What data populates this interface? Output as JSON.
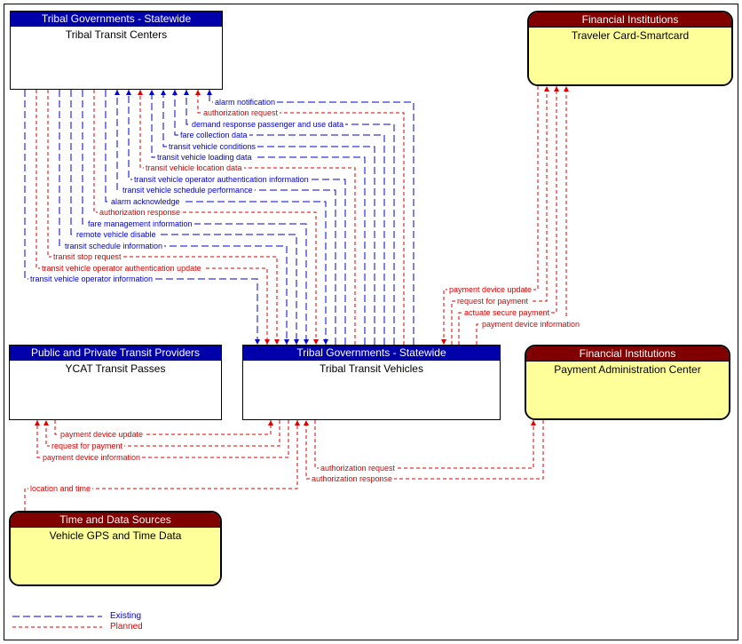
{
  "colors": {
    "existing": "#0000CD",
    "planned": "#DC0000",
    "subsystem_header_bg": "#0000AA",
    "terminator_header_bg": "#800000",
    "terminator_body_bg": "#FFFF99"
  },
  "boxes": {
    "transit_centers": {
      "header": "Tribal Governments - Statewide",
      "title": "Tribal Transit Centers"
    },
    "traveler_card": {
      "header": "Financial Institutions",
      "title": "Traveler Card-Smartcard"
    },
    "transit_providers": {
      "header": "Public and Private Transit Providers",
      "title": "YCAT Transit Passes"
    },
    "transit_vehicles": {
      "header": "Tribal Governments - Statewide",
      "title": "Tribal Transit Vehicles"
    },
    "payment_admin": {
      "header": "Financial Institutions",
      "title": "Payment Administration Center"
    },
    "time_data": {
      "header": "Time and Data Sources",
      "title": "Vehicle GPS and Time Data"
    }
  },
  "flows": {
    "center_vehicle": [
      {
        "label": "alarm notification",
        "status": "existing"
      },
      {
        "label": "authorization request",
        "status": "planned"
      },
      {
        "label": "demand response passenger and use data",
        "status": "existing"
      },
      {
        "label": "fare collection data",
        "status": "existing"
      },
      {
        "label": "transit vehicle conditions",
        "status": "existing"
      },
      {
        "label": "transit vehicle loading data",
        "status": "existing"
      },
      {
        "label": "transit vehicle location data",
        "status": "planned"
      },
      {
        "label": "transit vehicle operator authentication information",
        "status": "existing"
      },
      {
        "label": "transit vehicle schedule performance",
        "status": "existing"
      },
      {
        "label": "alarm acknowledge",
        "status": "existing"
      },
      {
        "label": "authorization response",
        "status": "planned"
      },
      {
        "label": "fare management information",
        "status": "existing"
      },
      {
        "label": "remote vehicle disable",
        "status": "existing"
      },
      {
        "label": "transit schedule information",
        "status": "existing"
      },
      {
        "label": "transit stop request",
        "status": "planned"
      },
      {
        "label": "transit vehicle operator authentication update",
        "status": "planned"
      },
      {
        "label": "transit vehicle operator information",
        "status": "existing"
      }
    ],
    "vehicle_card": [
      {
        "label": "payment device update",
        "status": "planned"
      },
      {
        "label": "request for payment",
        "status": "planned"
      },
      {
        "label": "actuate secure payment",
        "status": "planned"
      },
      {
        "label": "payment device information",
        "status": "planned"
      }
    ],
    "providers_vehicle": [
      {
        "label": "payment device update",
        "status": "planned"
      },
      {
        "label": "request for payment",
        "status": "planned"
      },
      {
        "label": "payment device information",
        "status": "planned"
      }
    ],
    "vehicle_payment_admin": [
      {
        "label": "authorization request",
        "status": "planned"
      },
      {
        "label": "authorization response",
        "status": "planned"
      }
    ],
    "gps_vehicle": [
      {
        "label": "location and time",
        "status": "planned"
      }
    ]
  },
  "legend": {
    "existing": "Existing",
    "planned": "Planned"
  }
}
